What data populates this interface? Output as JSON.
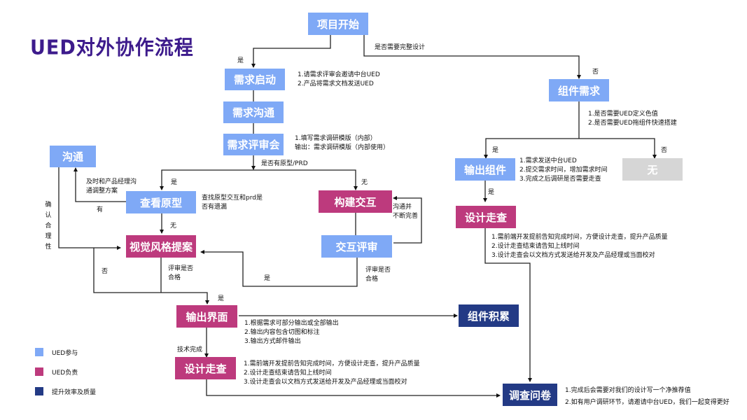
{
  "title": "UED对外协作流程",
  "colors": {
    "ued_participate": "#7fa9f6",
    "ued_responsible": "#bd3a7d",
    "efficiency_quality": "#233a85",
    "none": "#d6d6d6",
    "title": "#3d1b8c"
  },
  "nodes": {
    "project_start": "项目开始",
    "req_start": "需求启动",
    "req_comm": "需求沟通",
    "req_review": "需求评审会",
    "communicate": "沟通",
    "view_proto": "查看原型",
    "build_interaction": "构建交互",
    "visual_proposal": "视觉风格提案",
    "interaction_review": "交互评审",
    "output_ui": "输出界面",
    "design_walkthrough_left": "设计走查",
    "component_accum": "组件积累",
    "survey": "调查问卷",
    "component_req": "组件需求",
    "output_component": "输出组件",
    "none": "无",
    "design_walkthrough_right": "设计走查"
  },
  "notes": {
    "req_start": [
      "1.请需求评审会邀请中台UED",
      "2.产品将需求文档发送UED"
    ],
    "req_review": [
      "1.填写需求调研模版（内部）",
      "输出：需求调研模版（内部使用）"
    ],
    "view_proto": [
      "查找原型交互和prd是",
      "否有遗漏"
    ],
    "communicate": [
      "及时和产品经理沟",
      "通调整方案"
    ],
    "build_interaction": [
      "沟通并",
      "不断完善"
    ],
    "visual_review": [
      "评审是否",
      "合格"
    ],
    "interaction_review": [
      "评审是否",
      "合格"
    ],
    "output_ui": [
      "1.根据需求可部分输出或全部输出",
      "2.输出内容包含切图和标注",
      "3.输出方式邮件输出"
    ],
    "design_walkthrough_left": [
      "1.需前端开发提前告知完成时间，方便设计走查，提升产品质量",
      "2.设计走查结束请告知上线时间",
      "3.设计走查会以文档方式发送给开发及产品经理或当面校对"
    ],
    "component_req": [
      "1.是否需要UED定义色值",
      "2.是否需要UED拖组件快速搭建"
    ],
    "output_component": [
      "1.需求发送中台UED",
      "2.提交需求时间，增加需求时间",
      "3.完成之后调研是否需要走查"
    ],
    "design_walkthrough_right": [
      "1.需前端开发提前告知完成时间，方便设计走查，提升产品质量",
      "2.设计走查结束请告知上线时间",
      "3.设计走查会以文档方式发送给开发及产品经理或当面校对"
    ],
    "survey": [
      "1.完成后会需要对我们的设计写一个净推荐值",
      "2.如有用户调研环节，请邀请中台UED，我们一起变得更好"
    ]
  },
  "edge_labels": {
    "yes_start": "是",
    "need_full_design": "是否需要完整设计",
    "no_full": "否",
    "has_proto_prd": "是否有原型/PRD",
    "yes_proto": "是",
    "no_proto": "无",
    "has_issue": "有",
    "no_issue": "无",
    "confirm_reasonable": "确认合理性",
    "no_visual": "否",
    "yes_visual": "是",
    "yes_interaction": "是",
    "tech_done": "技术完成",
    "yes_component": "是",
    "no_component": "否",
    "yes_output_component": "是"
  },
  "legend": [
    {
      "label": "UED参与",
      "color": "#7fa9f6"
    },
    {
      "label": "UED负责",
      "color": "#bd3a7d"
    },
    {
      "label": "提升效率及质量",
      "color": "#233a85"
    }
  ]
}
